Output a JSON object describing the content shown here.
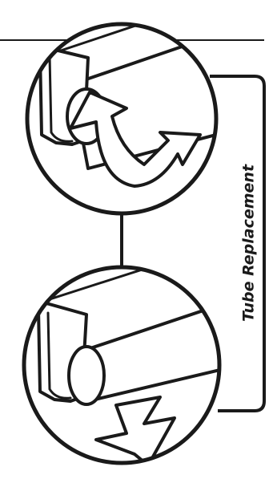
{
  "caption": "Tube Replacement",
  "colors": {
    "ink": "#1a1a1a",
    "background": "#ffffff"
  },
  "panels": [
    {
      "name": "tube-rotate-panel",
      "icon": "rotate-arrows-icon"
    },
    {
      "name": "tube-remove-panel",
      "icon": "down-arrow-icon"
    }
  ]
}
